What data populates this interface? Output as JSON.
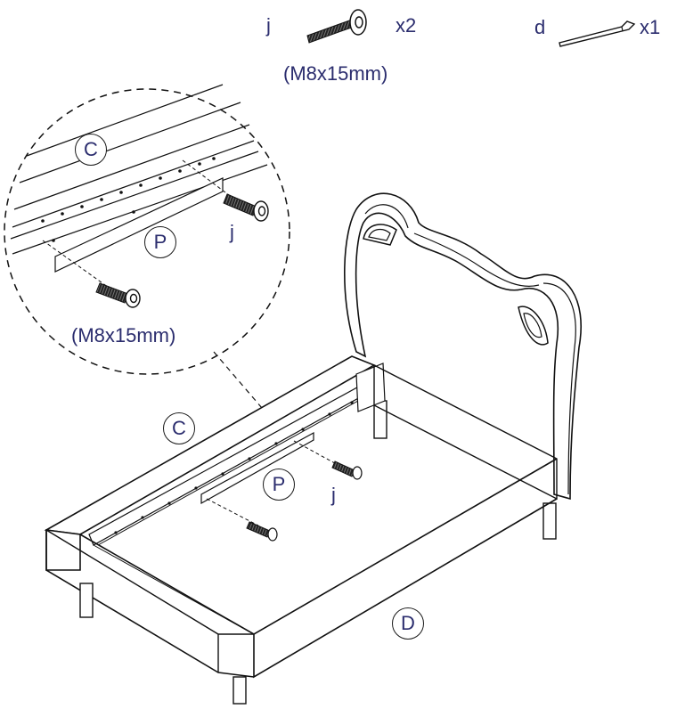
{
  "parts_header": {
    "bolt": {
      "letter": "j",
      "quantity": "x2",
      "size": "(M8x15mm)"
    },
    "key": {
      "letter": "d",
      "quantity": "x1"
    }
  },
  "detail_view": {
    "rail_part": "C",
    "plate_part": "P",
    "bolt_letter": "j",
    "bolt_size": "(M8x15mm)"
  },
  "main_view": {
    "rail_part": "C",
    "plate_part": "P",
    "bolt_letter": "j",
    "side_part": "D"
  },
  "colors": {
    "label": "#2b2d6e",
    "line": "#1a1a1a"
  },
  "icons": [
    "bolt-icon",
    "allen-key-icon"
  ]
}
